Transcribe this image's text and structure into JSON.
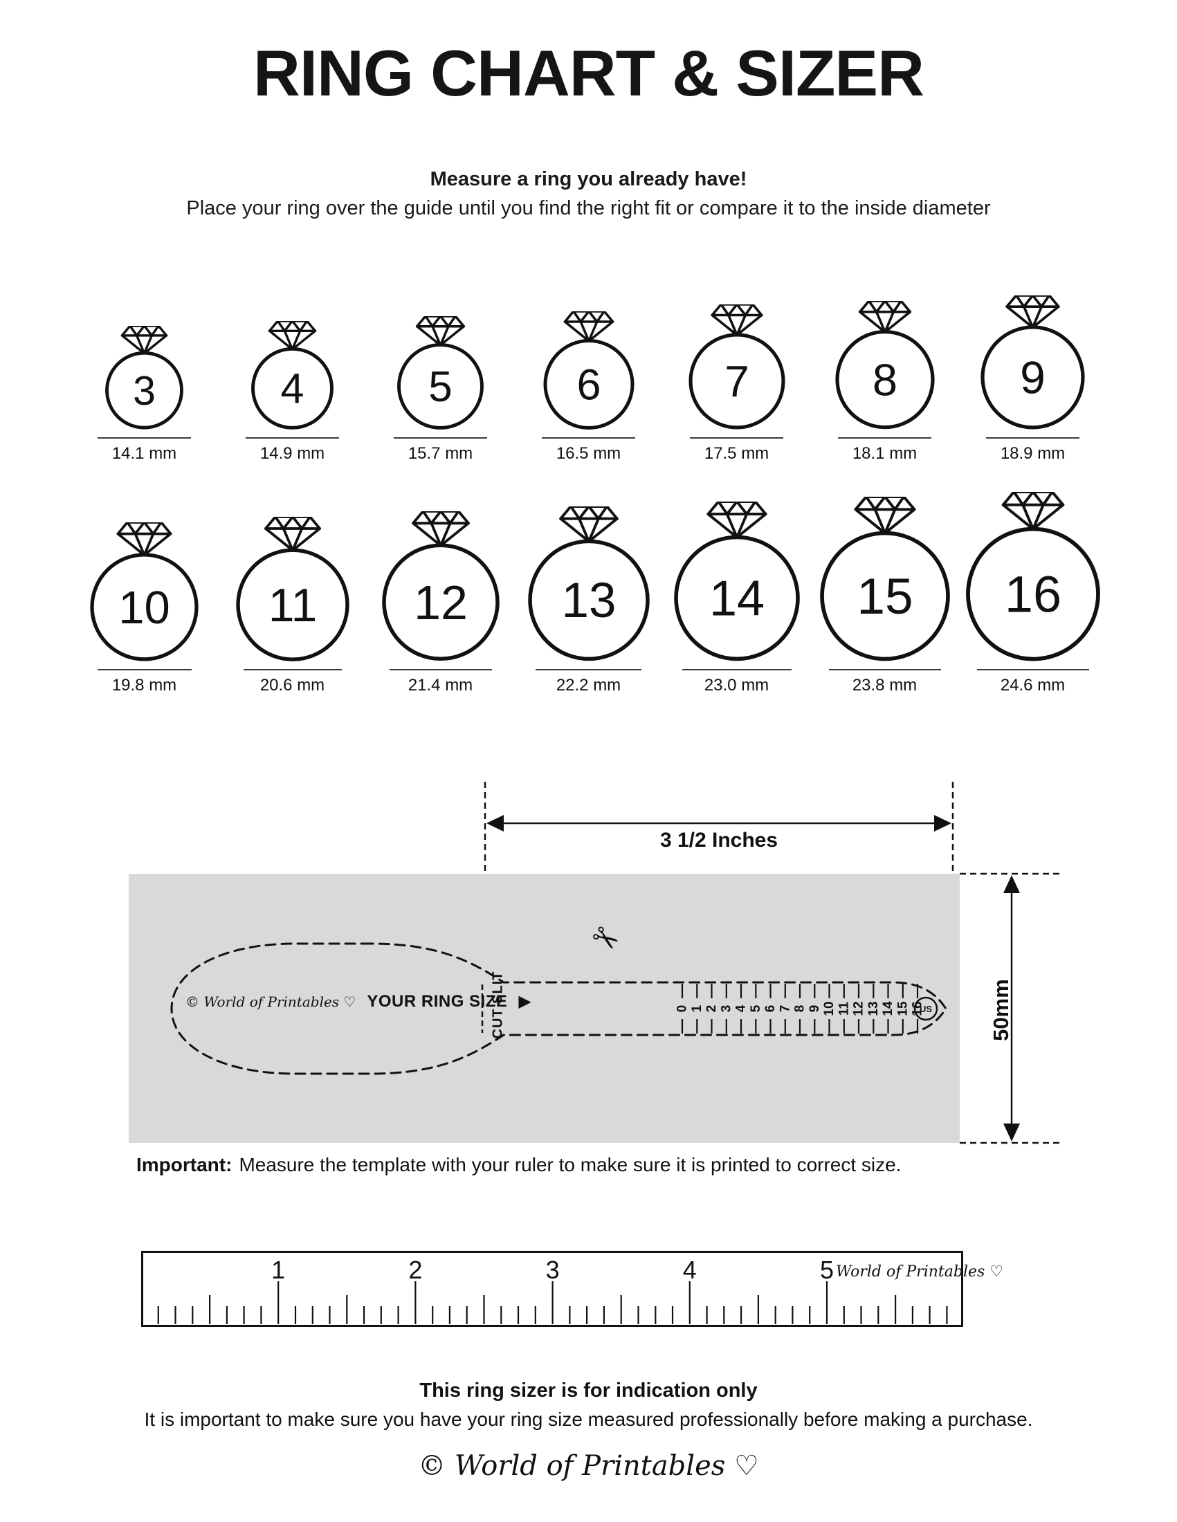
{
  "header": {
    "title": "RING CHART & SIZER",
    "subtitle_bold": "Measure a ring you already have!",
    "subtitle": "Place your ring over the guide until you find the right fit or compare it to the inside diameter"
  },
  "ring_chart": {
    "rows": [
      [
        {
          "size": "3",
          "mm": "14.1 mm"
        },
        {
          "size": "4",
          "mm": "14.9 mm"
        },
        {
          "size": "5",
          "mm": "15.7 mm"
        },
        {
          "size": "6",
          "mm": "16.5 mm"
        },
        {
          "size": "7",
          "mm": "17.5 mm"
        },
        {
          "size": "8",
          "mm": "18.1 mm"
        },
        {
          "size": "9",
          "mm": "18.9 mm"
        }
      ],
      [
        {
          "size": "10",
          "mm": "19.8 mm"
        },
        {
          "size": "11",
          "mm": "20.6 mm"
        },
        {
          "size": "12",
          "mm": "21.4 mm"
        },
        {
          "size": "13",
          "mm": "22.2 mm"
        },
        {
          "size": "14",
          "mm": "23.0 mm"
        },
        {
          "size": "15",
          "mm": "23.8 mm"
        },
        {
          "size": "16",
          "mm": "24.6 mm"
        }
      ]
    ]
  },
  "sizer": {
    "width_label": "3 1/2 Inches",
    "height_label": "50mm",
    "brand": "© World of Printables ♡",
    "ring_size_label": "YOUR RING SIZE",
    "pointer_icon": "▶",
    "cut_slit_label": "CUT SLIT",
    "scissors_icon": "✂",
    "scale_numbers": [
      "0",
      "1",
      "2",
      "3",
      "4",
      "5",
      "6",
      "7",
      "8",
      "9",
      "10",
      "11",
      "12",
      "13",
      "14",
      "15",
      "16"
    ],
    "unit_badge": "US"
  },
  "important_note": {
    "label": "Important:",
    "text": "Measure the template with your ruler to make sure it is printed to correct size."
  },
  "ruler": {
    "numbers": [
      "1",
      "2",
      "3",
      "4",
      "5"
    ],
    "brand": "World of Printables ♡"
  },
  "footer": {
    "bold_line": "This ring sizer is for indication only",
    "line": "It is important to make sure you have your ring size measured professionally before making a purchase.",
    "brand": "© World of Printables ♡"
  }
}
